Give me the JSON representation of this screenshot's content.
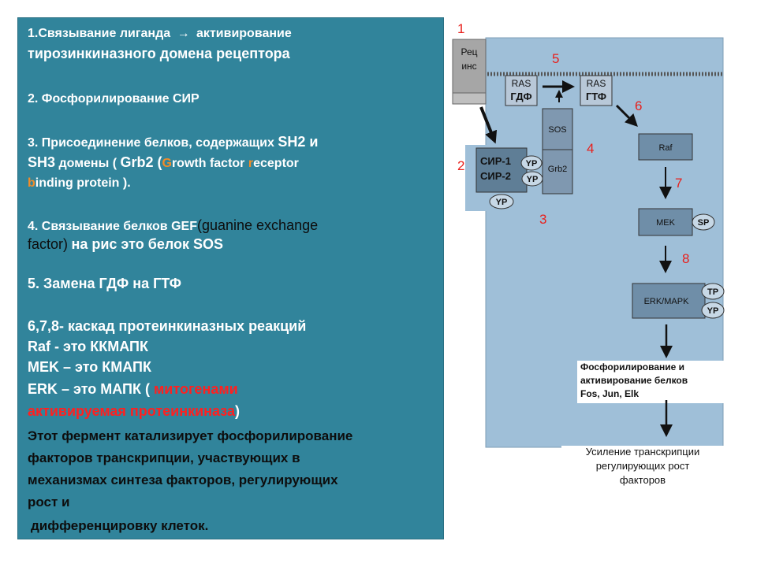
{
  "text_panel": {
    "p1_line1a": "1.Связывание лиганда",
    "arrow_glyph": "→",
    "p1_line1b": "активирование",
    "p1_line2": "тирозинкиназного домена рецептора",
    "p2": "2. Фосфорилирование СИР",
    "p3_line1a": "3. Присоединение белков, содержащих",
    "p3_line1b": "SH2 и",
    "p3_line2a": "SH3",
    "p3_line2b": "домены (",
    "p3_line2c": "Grb2 (",
    "p3_line2d": "G",
    "p3_line2e": "rowth factor",
    "p3_line2f": "r",
    "p3_line2g": "eceptor",
    "p3_line3a": "b",
    "p3_line3b": "inding protein ).",
    "p4_line1a": "4. Связывание белков GEF",
    "p4_line1b": "(guanine exchange",
    "p4_line2a": "factor)",
    "p4_line2b": "на рис это белок SOS",
    "p5": "5. Замена ГДФ на ГТФ",
    "p6_line1": "6,7,8- каскад протеинкиназных реакций",
    "p6_line2": "Raf - это ККМАПК",
    "p6_line3": "MEK – это КМАПК",
    "p6_line4a": "ERK – это МАПК (",
    "p6_line4b": "митогенами",
    "p6_line5a": "активируемая протеинкиназа",
    "p6_line5b": ")",
    "p7_line1": "Этот фермент катализирует фосфорилирование",
    "p7_line2": "факторов транскрипции, участвующих в",
    "p7_line3": "механизмах синтеза факторов, регулирующих",
    "p7_line4": "рост и",
    "p7_line5": "дифференцировку клеток."
  },
  "diagram": {
    "numbers": [
      "1",
      "2",
      "3",
      "4",
      "5",
      "6",
      "7",
      "8"
    ],
    "receptor_label_1": "Рец",
    "receptor_label_2": "инс",
    "ras_gdp_1": "RAS",
    "ras_gdp_2": "ГДФ",
    "ras_gtp_1": "RAS",
    "ras_gtp_2": "ГТФ",
    "sos": "SOS",
    "grb2": "Grb2",
    "sir1": "СИР-1",
    "sir2": "СИР-2",
    "yp": "YP",
    "raf": "Raf",
    "mek": "MEK",
    "sp": "SP",
    "erk": "ERK/MAPK",
    "tp": "TP",
    "phos_line1": "Фосфорилирование и",
    "phos_line2": "активирование белков",
    "phos_line3": "Fos, Jun, Elk",
    "final_line1": "Усиление транскрипции",
    "final_line2": "регулирующих рост",
    "final_line3": "факторов"
  },
  "colors": {
    "panel_bg": "#31849b",
    "diagram_bg": "#9fbfd8",
    "number_red": "#e8201c",
    "highlight_orange": "#f28c28",
    "highlight_red": "#ff2020"
  }
}
